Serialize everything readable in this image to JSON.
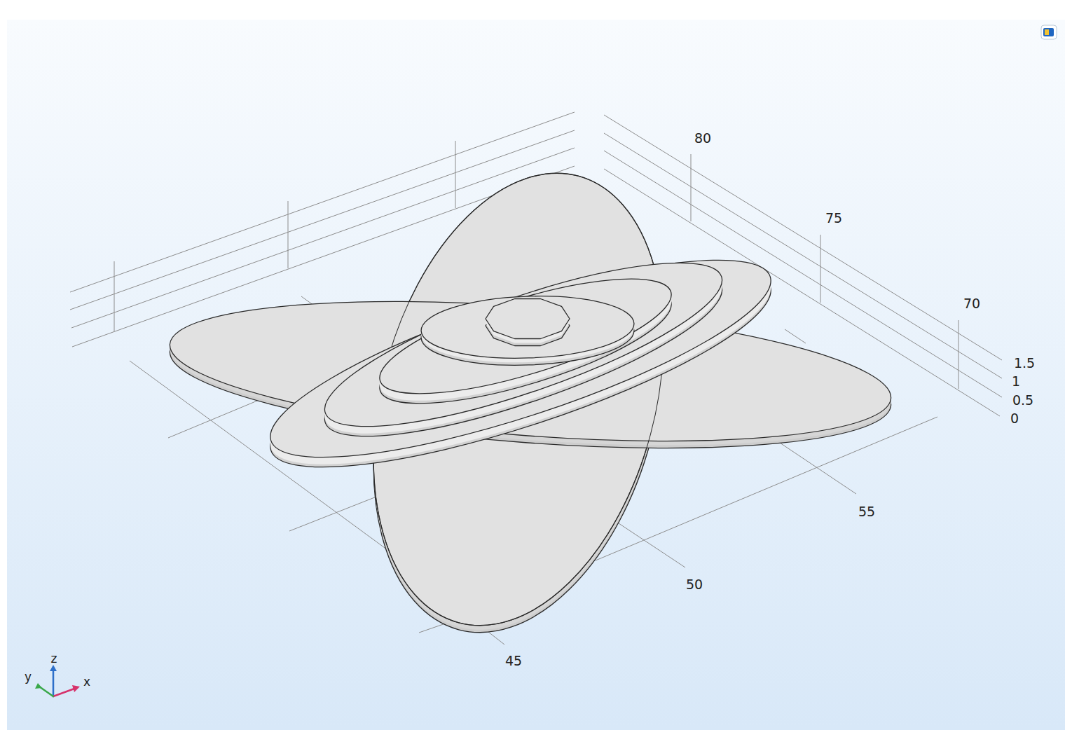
{
  "diagram": {
    "labels": [
      "80",
      "75",
      "70",
      "1.5",
      "1",
      "0.5",
      "0",
      "55",
      "50",
      "45",
      "y",
      "z",
      "x"
    ]
  }
}
